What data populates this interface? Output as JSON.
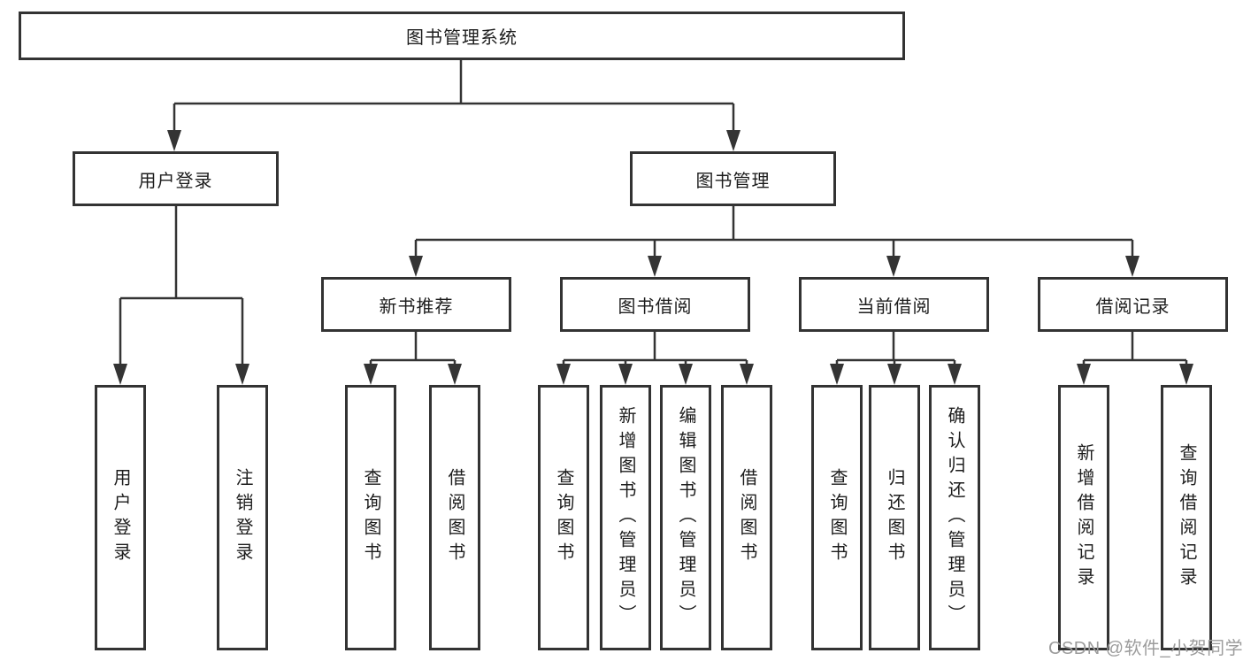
{
  "diagram": {
    "root": {
      "label": "图书管理系统"
    },
    "branches": [
      {
        "label": "用户登录",
        "children": [
          {
            "label": "用户登录"
          },
          {
            "label": "注销登录"
          }
        ]
      },
      {
        "label": "图书管理",
        "children": [
          {
            "label": "新书推荐",
            "children": [
              {
                "label": "查询图书"
              },
              {
                "label": "借阅图书"
              }
            ]
          },
          {
            "label": "图书借阅",
            "children": [
              {
                "label": "查询图书"
              },
              {
                "label": "新增图书（管理员）"
              },
              {
                "label": "编辑图书（管理员）"
              },
              {
                "label": "借阅图书"
              }
            ]
          },
          {
            "label": "当前借阅",
            "children": [
              {
                "label": "查询图书"
              },
              {
                "label": "归还图书"
              },
              {
                "label": "确认归还（管理员）"
              }
            ]
          },
          {
            "label": "借阅记录",
            "children": [
              {
                "label": "新增借阅记录"
              },
              {
                "label": "查询借阅记录"
              }
            ]
          }
        ]
      }
    ]
  },
  "watermark": {
    "text": "CSDN @软件_小贺同学"
  },
  "colors": {
    "line": "#343434",
    "box_border": "#333333",
    "text": "#1d1d1d",
    "watermark": "#9c9c9c",
    "background": "#ffffff"
  }
}
